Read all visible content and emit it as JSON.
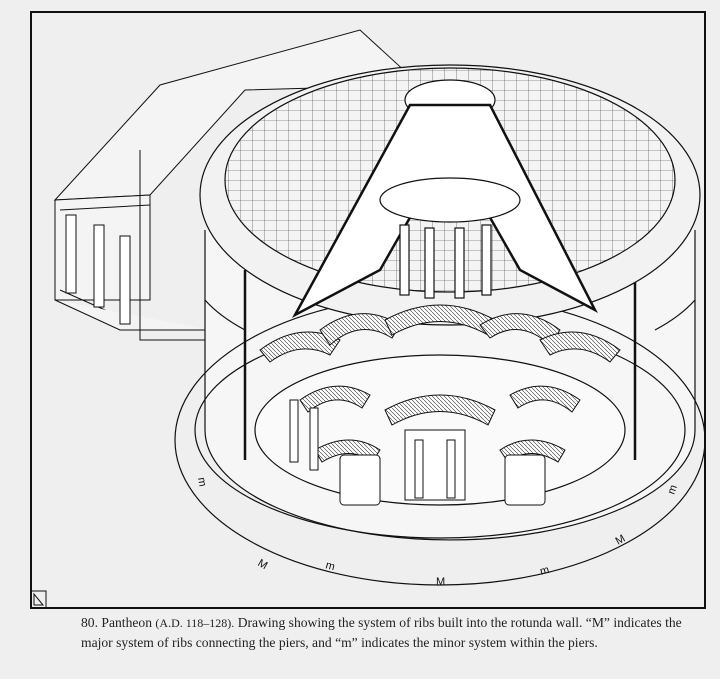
{
  "figure": {
    "labels": {
      "m1": "m",
      "M1": "M",
      "m2": "m",
      "M2": "M",
      "m3": "m",
      "M3": "M",
      "m4": "m"
    }
  },
  "caption": {
    "number": "80.",
    "title": "Pantheon",
    "date": "(A.D. 118–128).",
    "text": "Drawing showing the system of ribs built into the rotunda wall. “M” indicates the major system of ribs connecting the piers, and “m” indicates the minor system within the piers."
  }
}
